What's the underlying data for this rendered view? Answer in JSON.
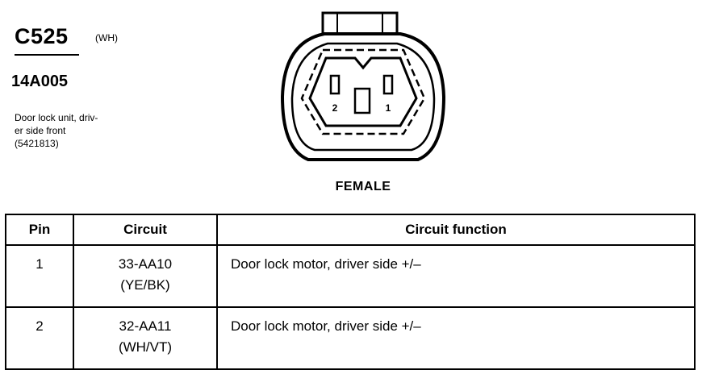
{
  "connector": {
    "id": "C525",
    "color_code": "(WH)",
    "part_number": "14A005",
    "description_lines": [
      "Door lock unit, driv-",
      "er side front",
      "(5421813)"
    ]
  },
  "diagram": {
    "pin_labels": [
      "2",
      "1"
    ],
    "gender": "FEMALE"
  },
  "table": {
    "headers": [
      "Pin",
      "Circuit",
      "Circuit function"
    ],
    "rows": [
      {
        "pin": "1",
        "circuit": "33-AA10",
        "wire_color": "(YE/BK)",
        "function": "Door lock motor, driver side +/–"
      },
      {
        "pin": "2",
        "circuit": "32-AA11",
        "wire_color": "(WH/VT)",
        "function": "Door lock motor, driver side +/–"
      }
    ]
  }
}
